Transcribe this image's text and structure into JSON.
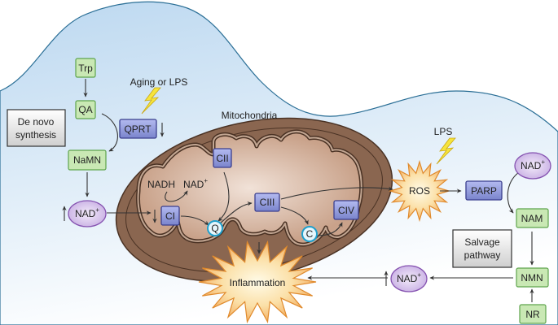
{
  "colors": {
    "cytoplasm": "#cfe3f4",
    "membrane": "#2b6f96",
    "metabolite_box": "#c9e8b4",
    "enzyme_box": "#8a93d6",
    "nad_ellipse": "#dcccee",
    "carrier_circle": "#e6f6fc",
    "mito_outer": "#7d5a44",
    "mito_matrix": "#d7b8a2",
    "burst": "#f7c98a",
    "lightning": "#f5e23a"
  },
  "labels": {
    "trp": "Trp",
    "qa": "QA",
    "de_novo": [
      "De novo",
      "synthesis"
    ],
    "namn": "NaMN",
    "nad_left": "NAD+",
    "qprt": "QPRT",
    "aging_lps": "Aging or LPS",
    "mitochondria": "Mitochondria",
    "cii": "CII",
    "nadh": "NADH",
    "nad_mito": "NAD+",
    "ci": "CI",
    "q": "Q",
    "ciii": "CIII",
    "c": "C",
    "civ": "CIV",
    "ros": "ROS",
    "lps": "LPS",
    "parp": "PARP",
    "nad_right": "NAD+",
    "nam": "NAM",
    "salvage": [
      "Salvage",
      "pathway"
    ],
    "nmn": "NMN",
    "nr": "NR",
    "nad_bottom": "NAD+",
    "inflammation": "Inflammation"
  },
  "icons": {
    "increase": "up-arrow",
    "decrease": "down-arrow",
    "stimulus": "lightning-bolt",
    "burst": "starburst"
  }
}
